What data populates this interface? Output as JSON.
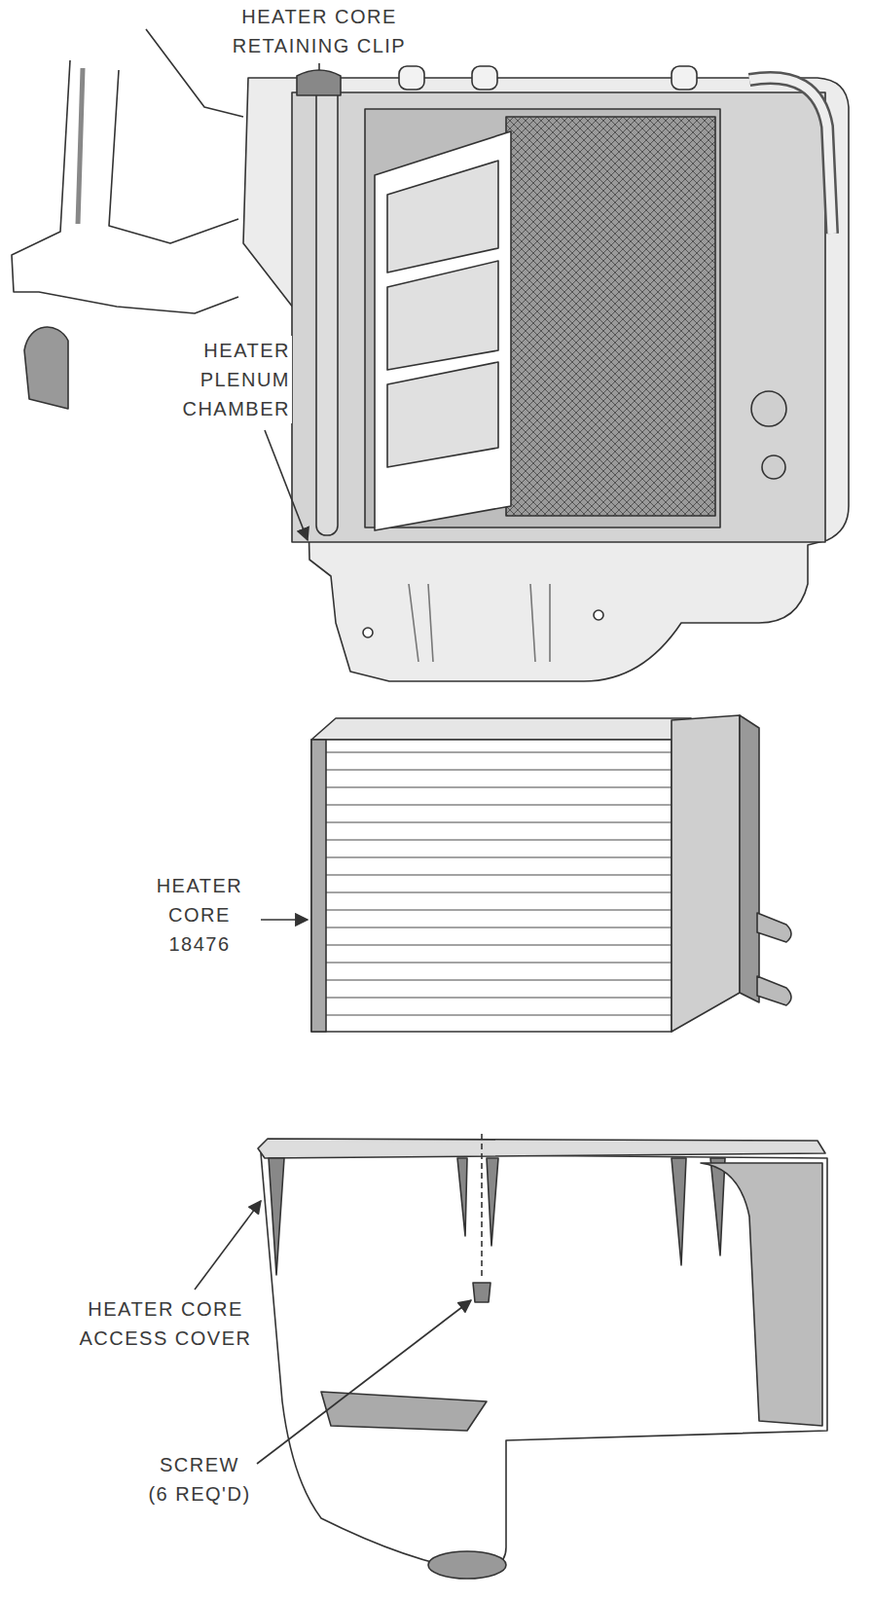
{
  "diagram": {
    "labels": [
      "HEATER CORE RETAINING CLIP",
      "HEATER PLENUM CHAMBER",
      "HEATER CORE 18476",
      "HEATER CORE ACCESS COVER",
      "SCREW (6 REQ'D)"
    ]
  }
}
